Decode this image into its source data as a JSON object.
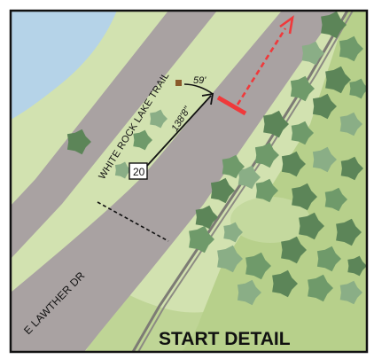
{
  "title": "START DETAIL",
  "roads": {
    "trail": "WHITE ROCK LAKE TRAIL",
    "street": "E LAWTHER DR"
  },
  "measurements": {
    "short": "59'",
    "long": "138'8\""
  },
  "marker": {
    "number": "20"
  },
  "colors": {
    "water": "#b5d3e8",
    "grass": "#d2e2b0",
    "park": "#b7d08b",
    "road": "#a9a2a2",
    "tree": "#6f9a6a",
    "tree_dark": "#5c8558",
    "tree_light": "#8aae86",
    "start_line": "#f0393b",
    "fence": "#7d7b75",
    "frame": "#111111"
  }
}
